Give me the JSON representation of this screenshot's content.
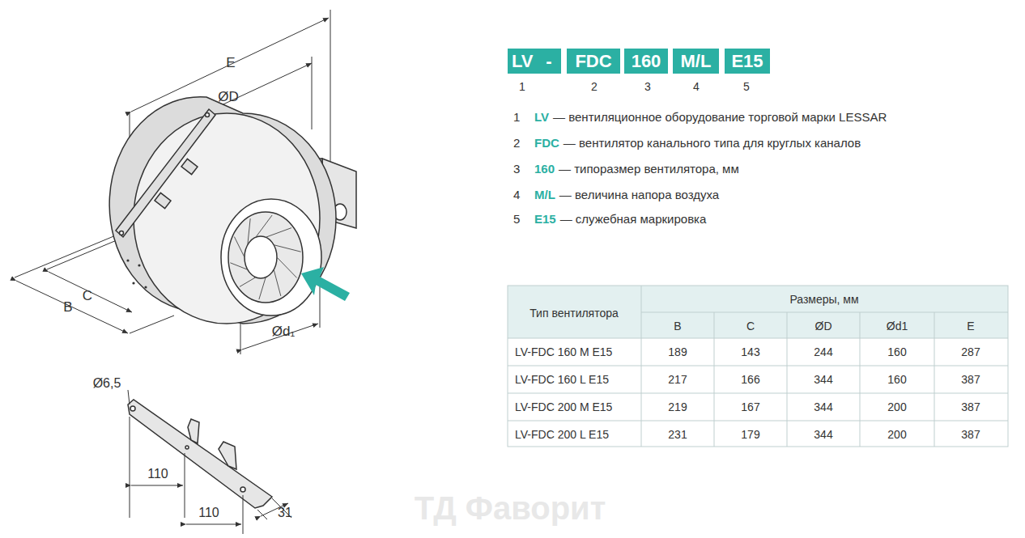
{
  "diagram": {
    "nodes": [
      {
        "text": [
          "LV"
        ]
      },
      {
        "text": [
          "-"
        ]
      },
      {
        "text": [
          "FDC"
        ]
      },
      {
        "text": [
          "160"
        ]
      },
      {
        "text": [
          "M/L"
        ]
      },
      {
        "text": [
          "E15"
        ]
      }
    ],
    "edges": [],
    "labels": [
      "E",
      "ØD",
      "B",
      "C",
      "Ød₁",
      "Ø6,5",
      "110",
      "110",
      "31",
      "1",
      "2",
      "3",
      "4",
      "5",
      "1",
      "LV",
      "— вентиляционное оборудование торговой марки LESSAR",
      "2",
      "FDC",
      "— вентилятор канального типа для круглых каналов",
      "3",
      "160",
      "— типоразмер вентилятора, мм",
      "4",
      "M/L",
      "— величина напора воздуха",
      "5",
      "E15",
      "— служебная маркировка",
      "Тип вентилятора",
      "Размеры, мм",
      "B",
      "C",
      "ØD",
      "Ød1",
      "E",
      "LV-FDC 160 M E15",
      "189",
      "143",
      "244",
      "160",
      "287",
      "LV-FDC 160 L E15",
      "217",
      "166",
      "344",
      "160",
      "387",
      "LV-FDC 200 M E15",
      "219",
      "167",
      "344",
      "200",
      "387",
      "LV-FDC 200 L E15",
      "231",
      "179",
      "344",
      "200",
      "387",
      "ТД Фаворит"
    ]
  }
}
